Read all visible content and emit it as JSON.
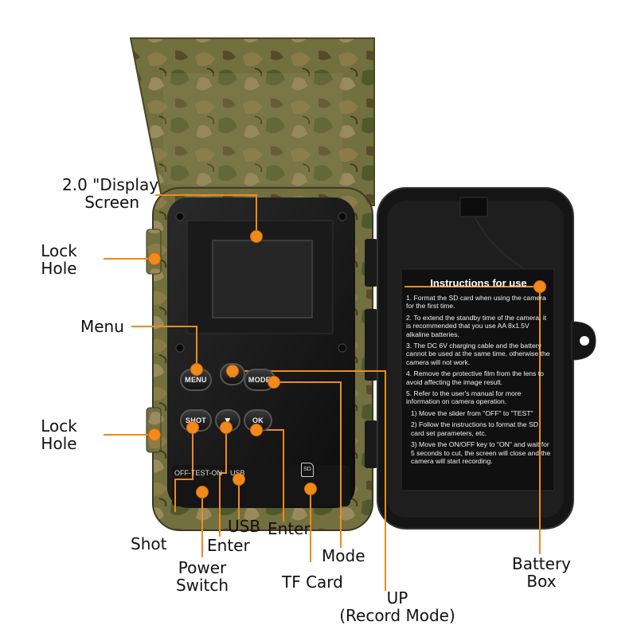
{
  "callouts": {
    "display_screen": [
      "2.0 \"Display",
      "Screen"
    ],
    "lock_hole_top": [
      "Lock",
      "Hole"
    ],
    "menu": "Menu",
    "lock_hole_bottom": [
      "Lock",
      "Hole"
    ],
    "shot": "Shot",
    "power_switch": [
      "Power",
      "Switch"
    ],
    "enter_left": "Enter",
    "usb": "USB",
    "enter_right": "Enter",
    "tf_card": "TF Card",
    "mode": "Mode",
    "up": [
      "UP",
      "(Record Mode)"
    ],
    "battery_box": [
      "Battery",
      "Box"
    ]
  },
  "buttons": {
    "menu": "MENU",
    "up": "▲",
    "mode": "MODE",
    "shot": "SHOT",
    "down": "▼",
    "ok": "OK"
  },
  "panel_labels": {
    "switch": "OFF-TEST-ON",
    "usb": "USB",
    "sd": "SD"
  },
  "instructions": {
    "title": "Instructions for use",
    "items": [
      "1. Format the SD card when using the camera for the first time.",
      "2. To extend the standby time of the camera, it is recommended that you use AA 8x1.5V alkaline batteries.",
      "3. The DC 6V charging cable and the battery cannot be used at the same time, otherwise the camera will not work.",
      "4. Remove the protective film from the lens to avoid affecting the image result.",
      "5. Refer to the user's manual for more information on camera operation."
    ],
    "subitems": [
      "1) Move the slider from \"OFF\" to \"TEST\"",
      "2) Follow the instructions to format the SD card set parameters, etc.",
      "3) Move the ON/OFF key to \"ON\" and wait for 5 seconds to cut, the screen will close and the camera will start recording."
    ]
  },
  "colors": {
    "accent": "#f28a1b",
    "camo_base": "#6e6a3c",
    "body_dark": "#1c1c1c"
  }
}
